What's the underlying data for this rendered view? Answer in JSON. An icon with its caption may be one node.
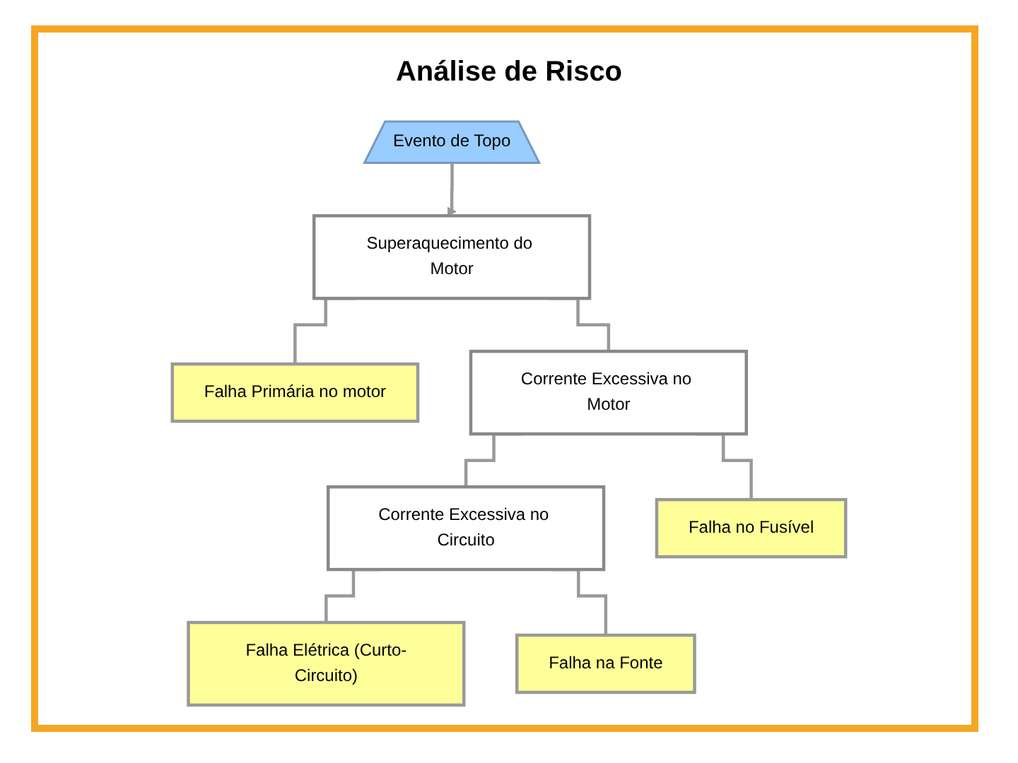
{
  "diagram": {
    "title": "Análise de Risco",
    "nodes": [
      {
        "text": [
          "Superaquecimento do Motor"
        ]
      },
      {
        "text": [
          "Falha Primária no motor"
        ]
      },
      {
        "text": [
          "Corrente Excessiva no Motor"
        ]
      },
      {
        "text": [
          "Corrente Excessiva no Circuito"
        ]
      },
      {
        "text": [
          "Falha no Fusível"
        ]
      },
      {
        "text": [
          "Falha Elétrica (Curto-Circuito)"
        ]
      },
      {
        "text": [
          "Falha na Fonte"
        ]
      },
      {
        "text": [
          "Evento de Topo"
        ]
      }
    ],
    "edges": [
      {
        "from": 0,
        "to": 1,
        "arrow": "none"
      },
      {
        "from": 0,
        "to": 2,
        "arrow": "none"
      },
      {
        "from": 2,
        "to": 3,
        "arrow": "none"
      },
      {
        "from": 2,
        "to": 4,
        "arrow": "none"
      },
      {
        "from": 3,
        "to": 5,
        "arrow": "none"
      },
      {
        "from": 3,
        "to": 6,
        "arrow": "none"
      },
      {
        "from": 7,
        "to": 0,
        "arrow": "to"
      }
    ]
  }
}
